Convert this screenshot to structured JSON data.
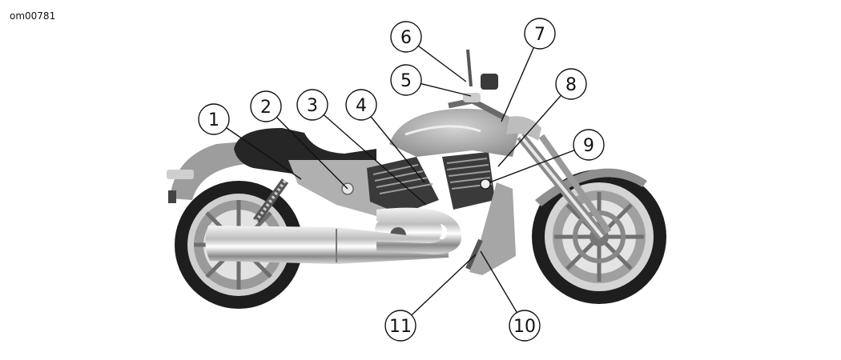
{
  "figure_id": "om00781",
  "callouts": [
    {
      "number": "1"
    },
    {
      "number": "2"
    },
    {
      "number": "3"
    },
    {
      "number": "4"
    },
    {
      "number": "5"
    },
    {
      "number": "6"
    },
    {
      "number": "7"
    },
    {
      "number": "8"
    },
    {
      "number": "9"
    },
    {
      "number": "10"
    },
    {
      "number": "11"
    }
  ]
}
